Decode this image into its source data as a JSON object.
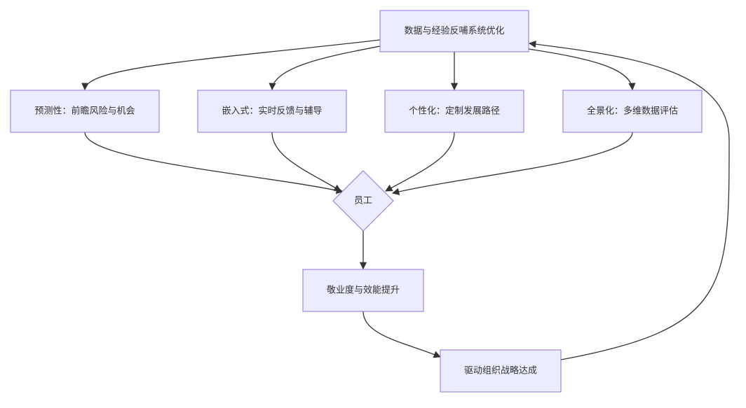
{
  "diagram": {
    "nodes": {
      "feedback": "数据与经验反哺系统优化",
      "predictive": "预测性：前瞻风险与机会",
      "embedded": "嵌入式：实时反馈与辅导",
      "personalized": "个性化：定制发展路径",
      "panoramic": "全景化：多维数据评估",
      "employee": "员工",
      "engagement": "敬业度与效能提升",
      "strategy": "驱动组织战略达成"
    },
    "colors": {
      "node_fill": "#ECECFF",
      "node_border": "#9370DB",
      "edge": "#333333",
      "text": "#333333"
    }
  }
}
